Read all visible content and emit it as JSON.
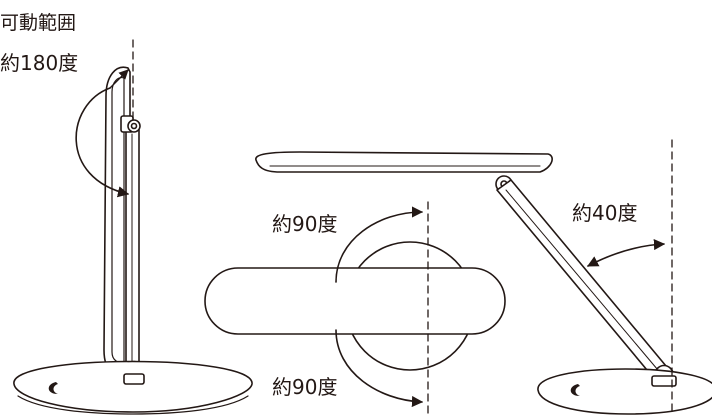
{
  "title": "可動範囲",
  "angles": {
    "head_rotation": "約180度",
    "arm_up": "約90度",
    "arm_down": "約90度",
    "arm_tilt": "約40度"
  },
  "colors": {
    "line": "#231815",
    "fill": "#ffffff"
  }
}
